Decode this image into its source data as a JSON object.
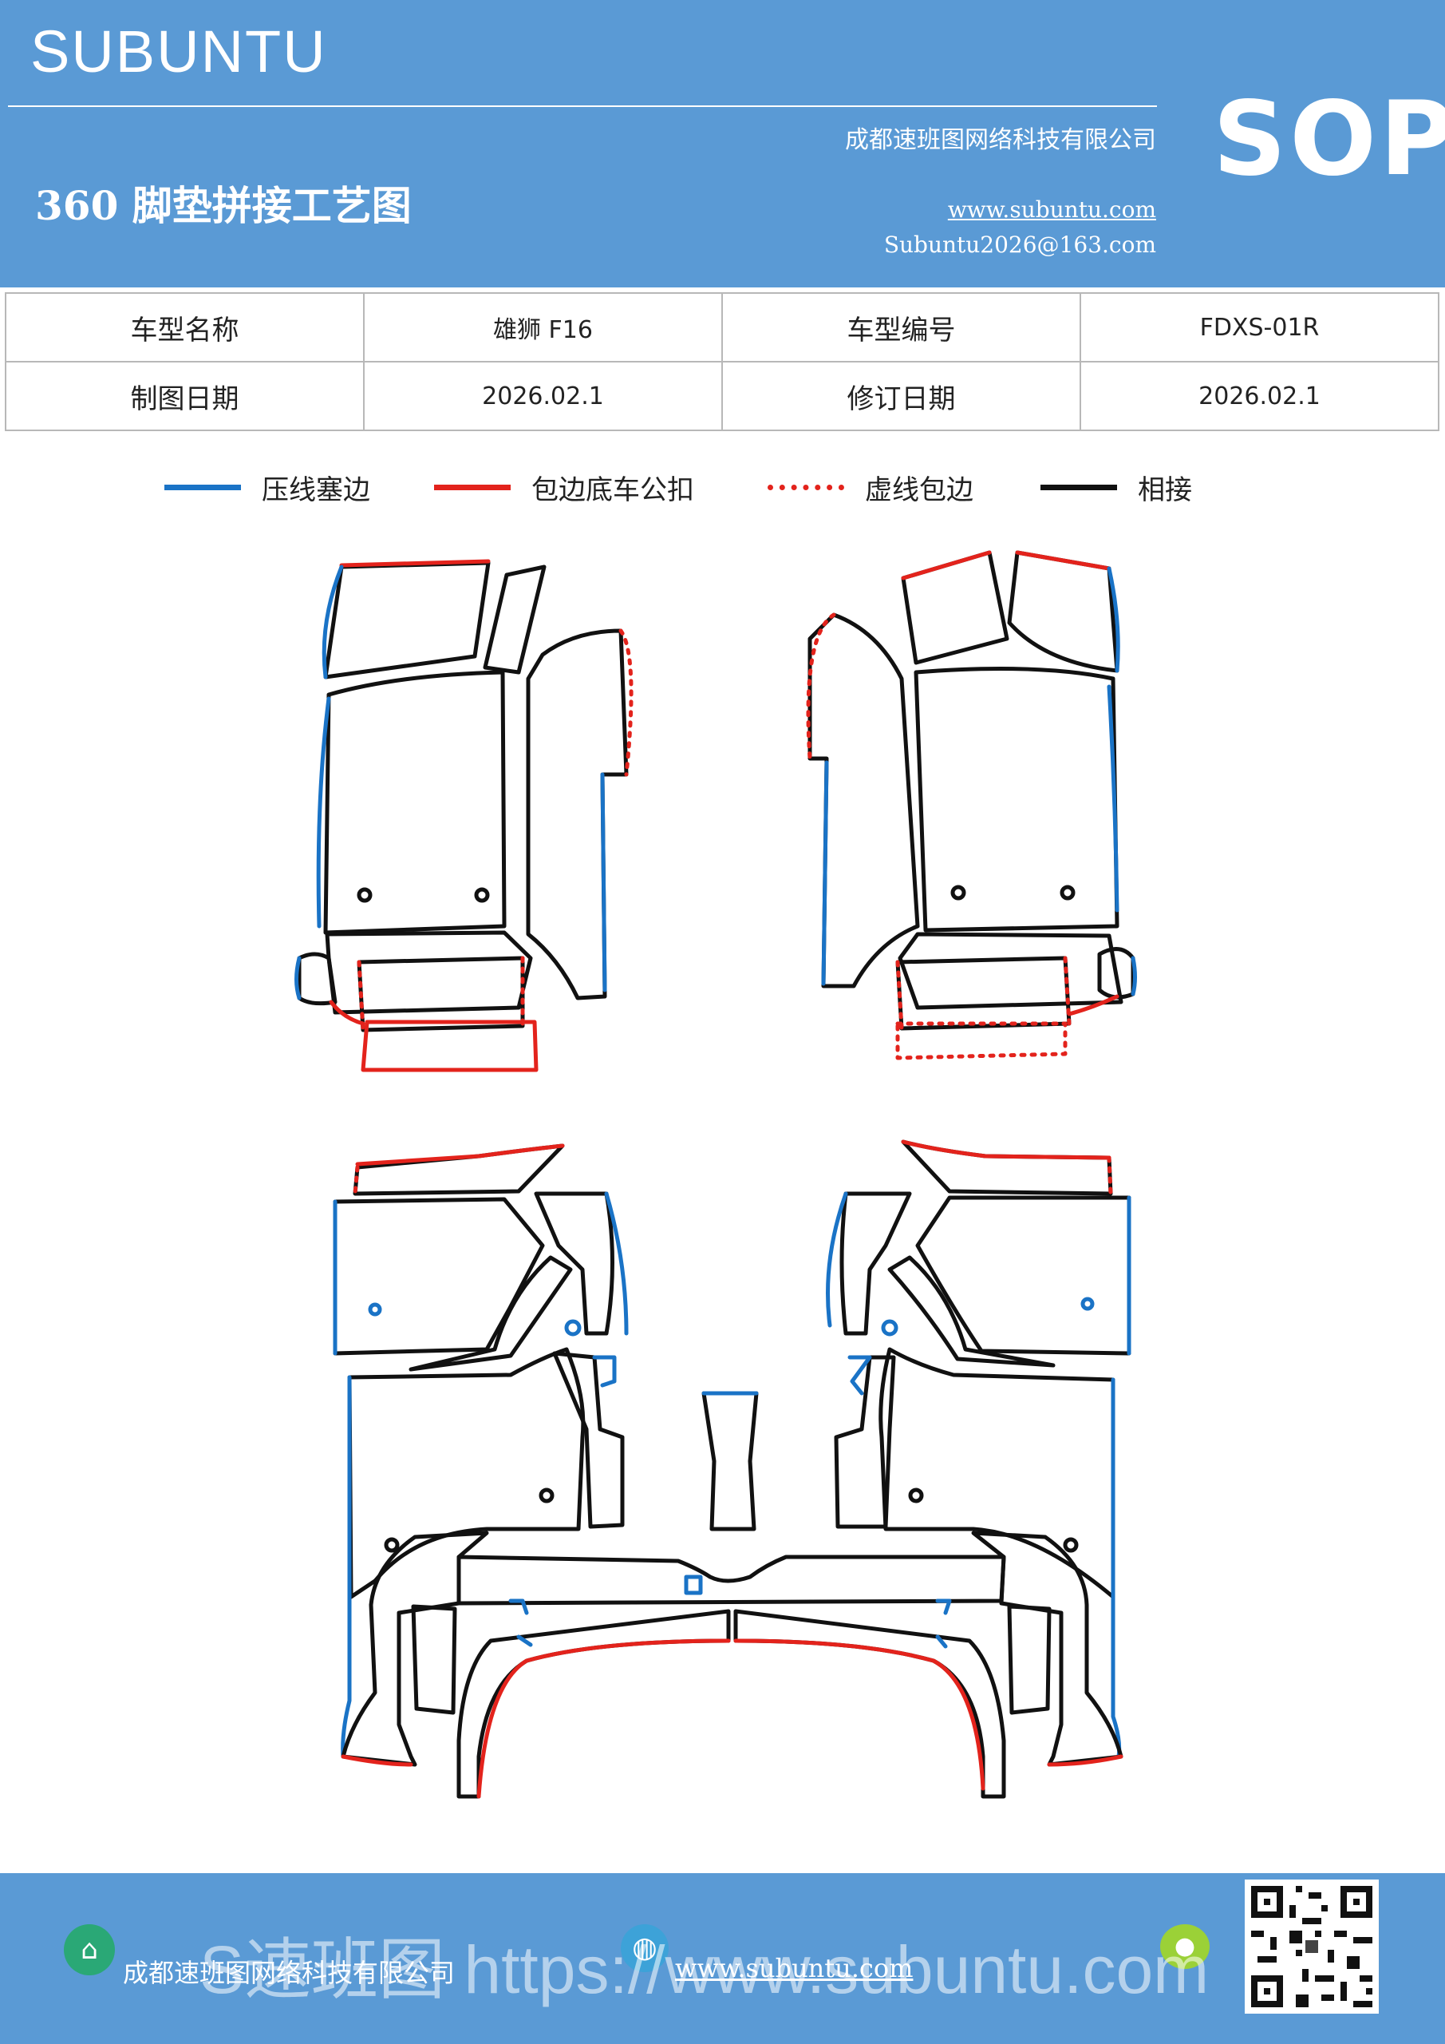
{
  "header": {
    "brand": "SUBUNTU",
    "company": "成都速班图网络科技有限公司",
    "title": "360 脚垫拼接工艺图",
    "website": "www.subuntu.com",
    "email": "Subuntu2026@163.com",
    "badge": "SOP"
  },
  "info_table": {
    "row1": {
      "label1": "车型名称",
      "value1": "雄狮 F16",
      "label2": "车型编号",
      "value2": "FDXS-01R"
    },
    "row2": {
      "label1": "制图日期",
      "value1": "2026.02.1",
      "label2": "修订日期",
      "value2": "2026.02.1"
    }
  },
  "legend": {
    "items": [
      {
        "label": "压线塞边",
        "style": "solid",
        "color": "#1a73c6"
      },
      {
        "label": "包边底车公扣",
        "style": "solid",
        "color": "#e3231c"
      },
      {
        "label": "虚线包边",
        "style": "dotted",
        "color": "#e3231c"
      },
      {
        "label": "相接",
        "style": "solid",
        "color": "#111111"
      }
    ]
  },
  "colors": {
    "accent": "#5a9ad5",
    "blue_line": "#1a73c6",
    "red_line": "#e3231c",
    "black_line": "#111111"
  },
  "footer": {
    "company": "成都速班图网络科技有限公司",
    "website": "www.subuntu.com",
    "watermark": "S速班图 https://www.subuntu.com",
    "icons": [
      "building-icon",
      "globe-icon",
      "chat-icon",
      "qr-code"
    ]
  }
}
